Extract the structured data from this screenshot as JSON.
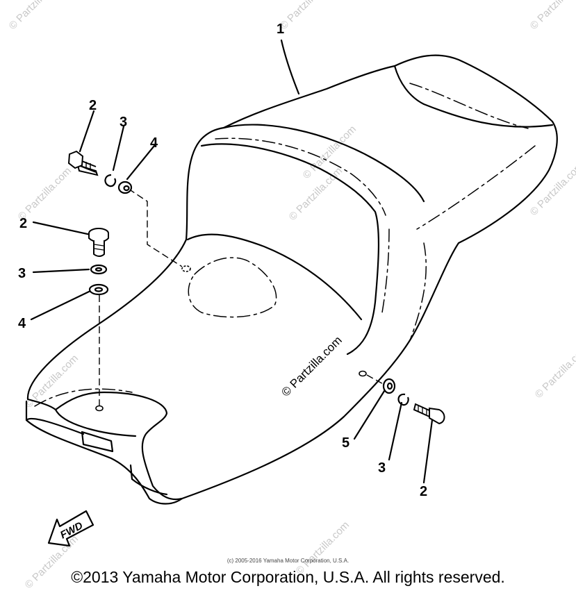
{
  "callouts": {
    "c1": "1",
    "c2a": "2",
    "c3a": "3",
    "c4a": "4",
    "c2b": "2",
    "c3b": "3",
    "c4b": "4",
    "c5": "5",
    "c3c": "3",
    "c2c": "2"
  },
  "direction_label": "FWD",
  "watermark_text": "© Partzilla.com",
  "copyright_small": "(c) 2005-2016 Yamaha Motor Corporation, U.S.A.",
  "copyright_main": "©2013 Yamaha Motor Corporation, U.S.A. All rights reserved.",
  "colors": {
    "line": "#000000",
    "watermark": "#c8c8c8"
  }
}
